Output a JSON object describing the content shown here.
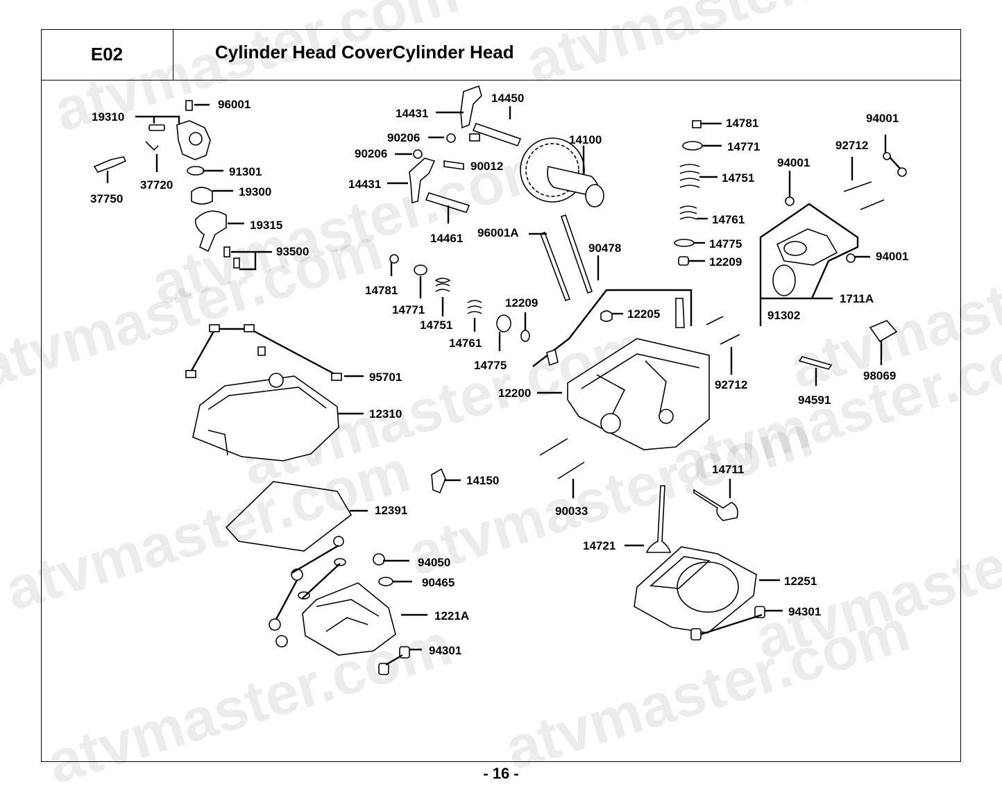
{
  "header": {
    "code": "E02",
    "title": "Cylinder Head CoverCylinder Head"
  },
  "footer": {
    "page_number": "- 16 -"
  },
  "watermark": "atvmaster.com",
  "callouts": [
    "96001",
    "19310",
    "91301",
    "37750",
    "37720",
    "19300",
    "19315",
    "93500",
    "14431",
    "14450",
    "90206",
    "90206",
    "14100",
    "90012",
    "14431",
    "14461",
    "96001A",
    "90478",
    "14781",
    "14771",
    "14751",
    "14761",
    "12209",
    "14775",
    "14781",
    "14771",
    "14751",
    "14761",
    "14775",
    "12209",
    "94001",
    "92712",
    "94001",
    "94001",
    "91302",
    "1711A",
    "98069",
    "12205",
    "92712",
    "94591",
    "12200",
    "95701",
    "12310",
    "14150",
    "90033",
    "14711",
    "12391",
    "14721",
    "94050",
    "90465",
    "1221A",
    "94301",
    "12251",
    "94301"
  ]
}
